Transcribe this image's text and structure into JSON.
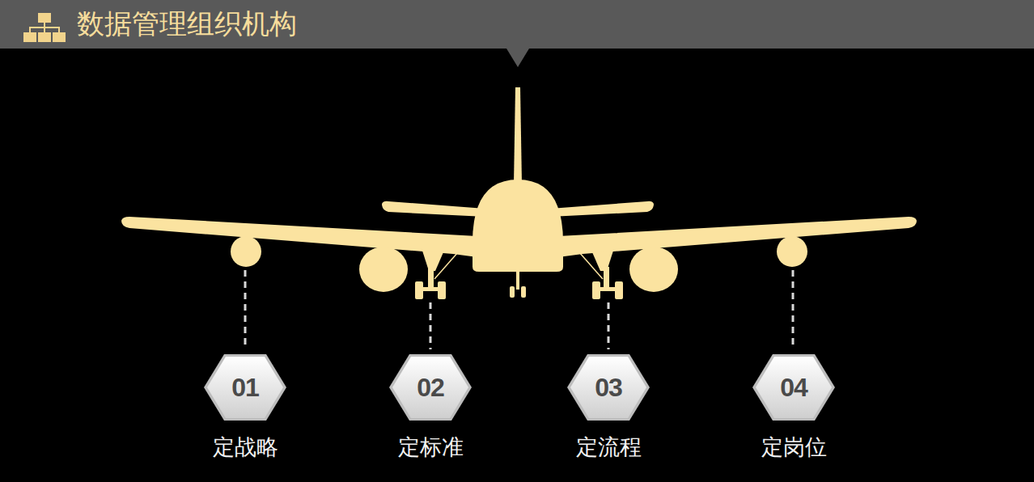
{
  "diagram": {
    "title": "数据管理组织机构",
    "nodes": [
      {
        "text": [
          "01",
          "定战略"
        ]
      },
      {
        "text": [
          "02",
          "定标准"
        ]
      },
      {
        "text": [
          "03",
          "定流程"
        ]
      },
      {
        "text": [
          "04",
          "定岗位"
        ]
      }
    ]
  }
}
